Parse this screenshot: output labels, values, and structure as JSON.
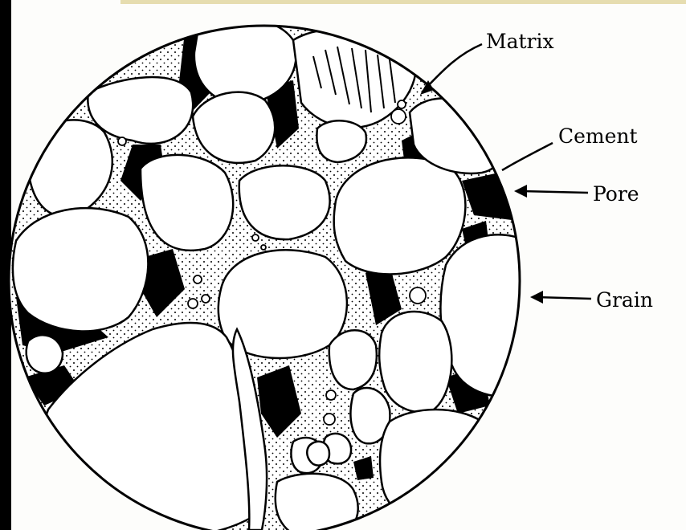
{
  "figure": {
    "colors": {
      "background": "#000000",
      "paper": "#fdfdfb",
      "ink": "#000000",
      "grain": "#ffffff"
    },
    "labels": {
      "matrix": "Matrix",
      "cement": "Cement",
      "pore": "Pore",
      "grain": "Grain"
    }
  }
}
